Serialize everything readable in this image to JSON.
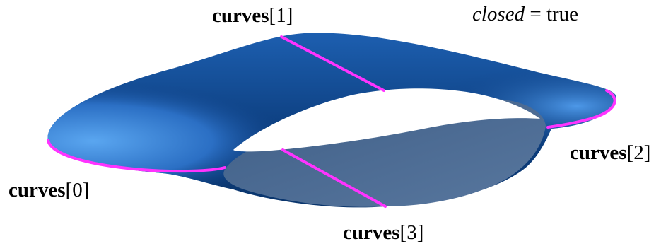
{
  "labels": {
    "curve0": {
      "name": "curves",
      "index": "[0]"
    },
    "curve1": {
      "name": "curves",
      "index": "[1]"
    },
    "curve2": {
      "name": "curves",
      "index": "[2]"
    },
    "curve3": {
      "name": "curves",
      "index": "[3]"
    },
    "closed": {
      "var": "closed",
      "op": " = ",
      "value": "true"
    }
  },
  "colors": {
    "surface_dark": "#0a3a78",
    "surface_mid": "#1553a8",
    "surface_light": "#3f8fe6",
    "inner_face": "#4a6890",
    "curve": "#ff33ff"
  }
}
